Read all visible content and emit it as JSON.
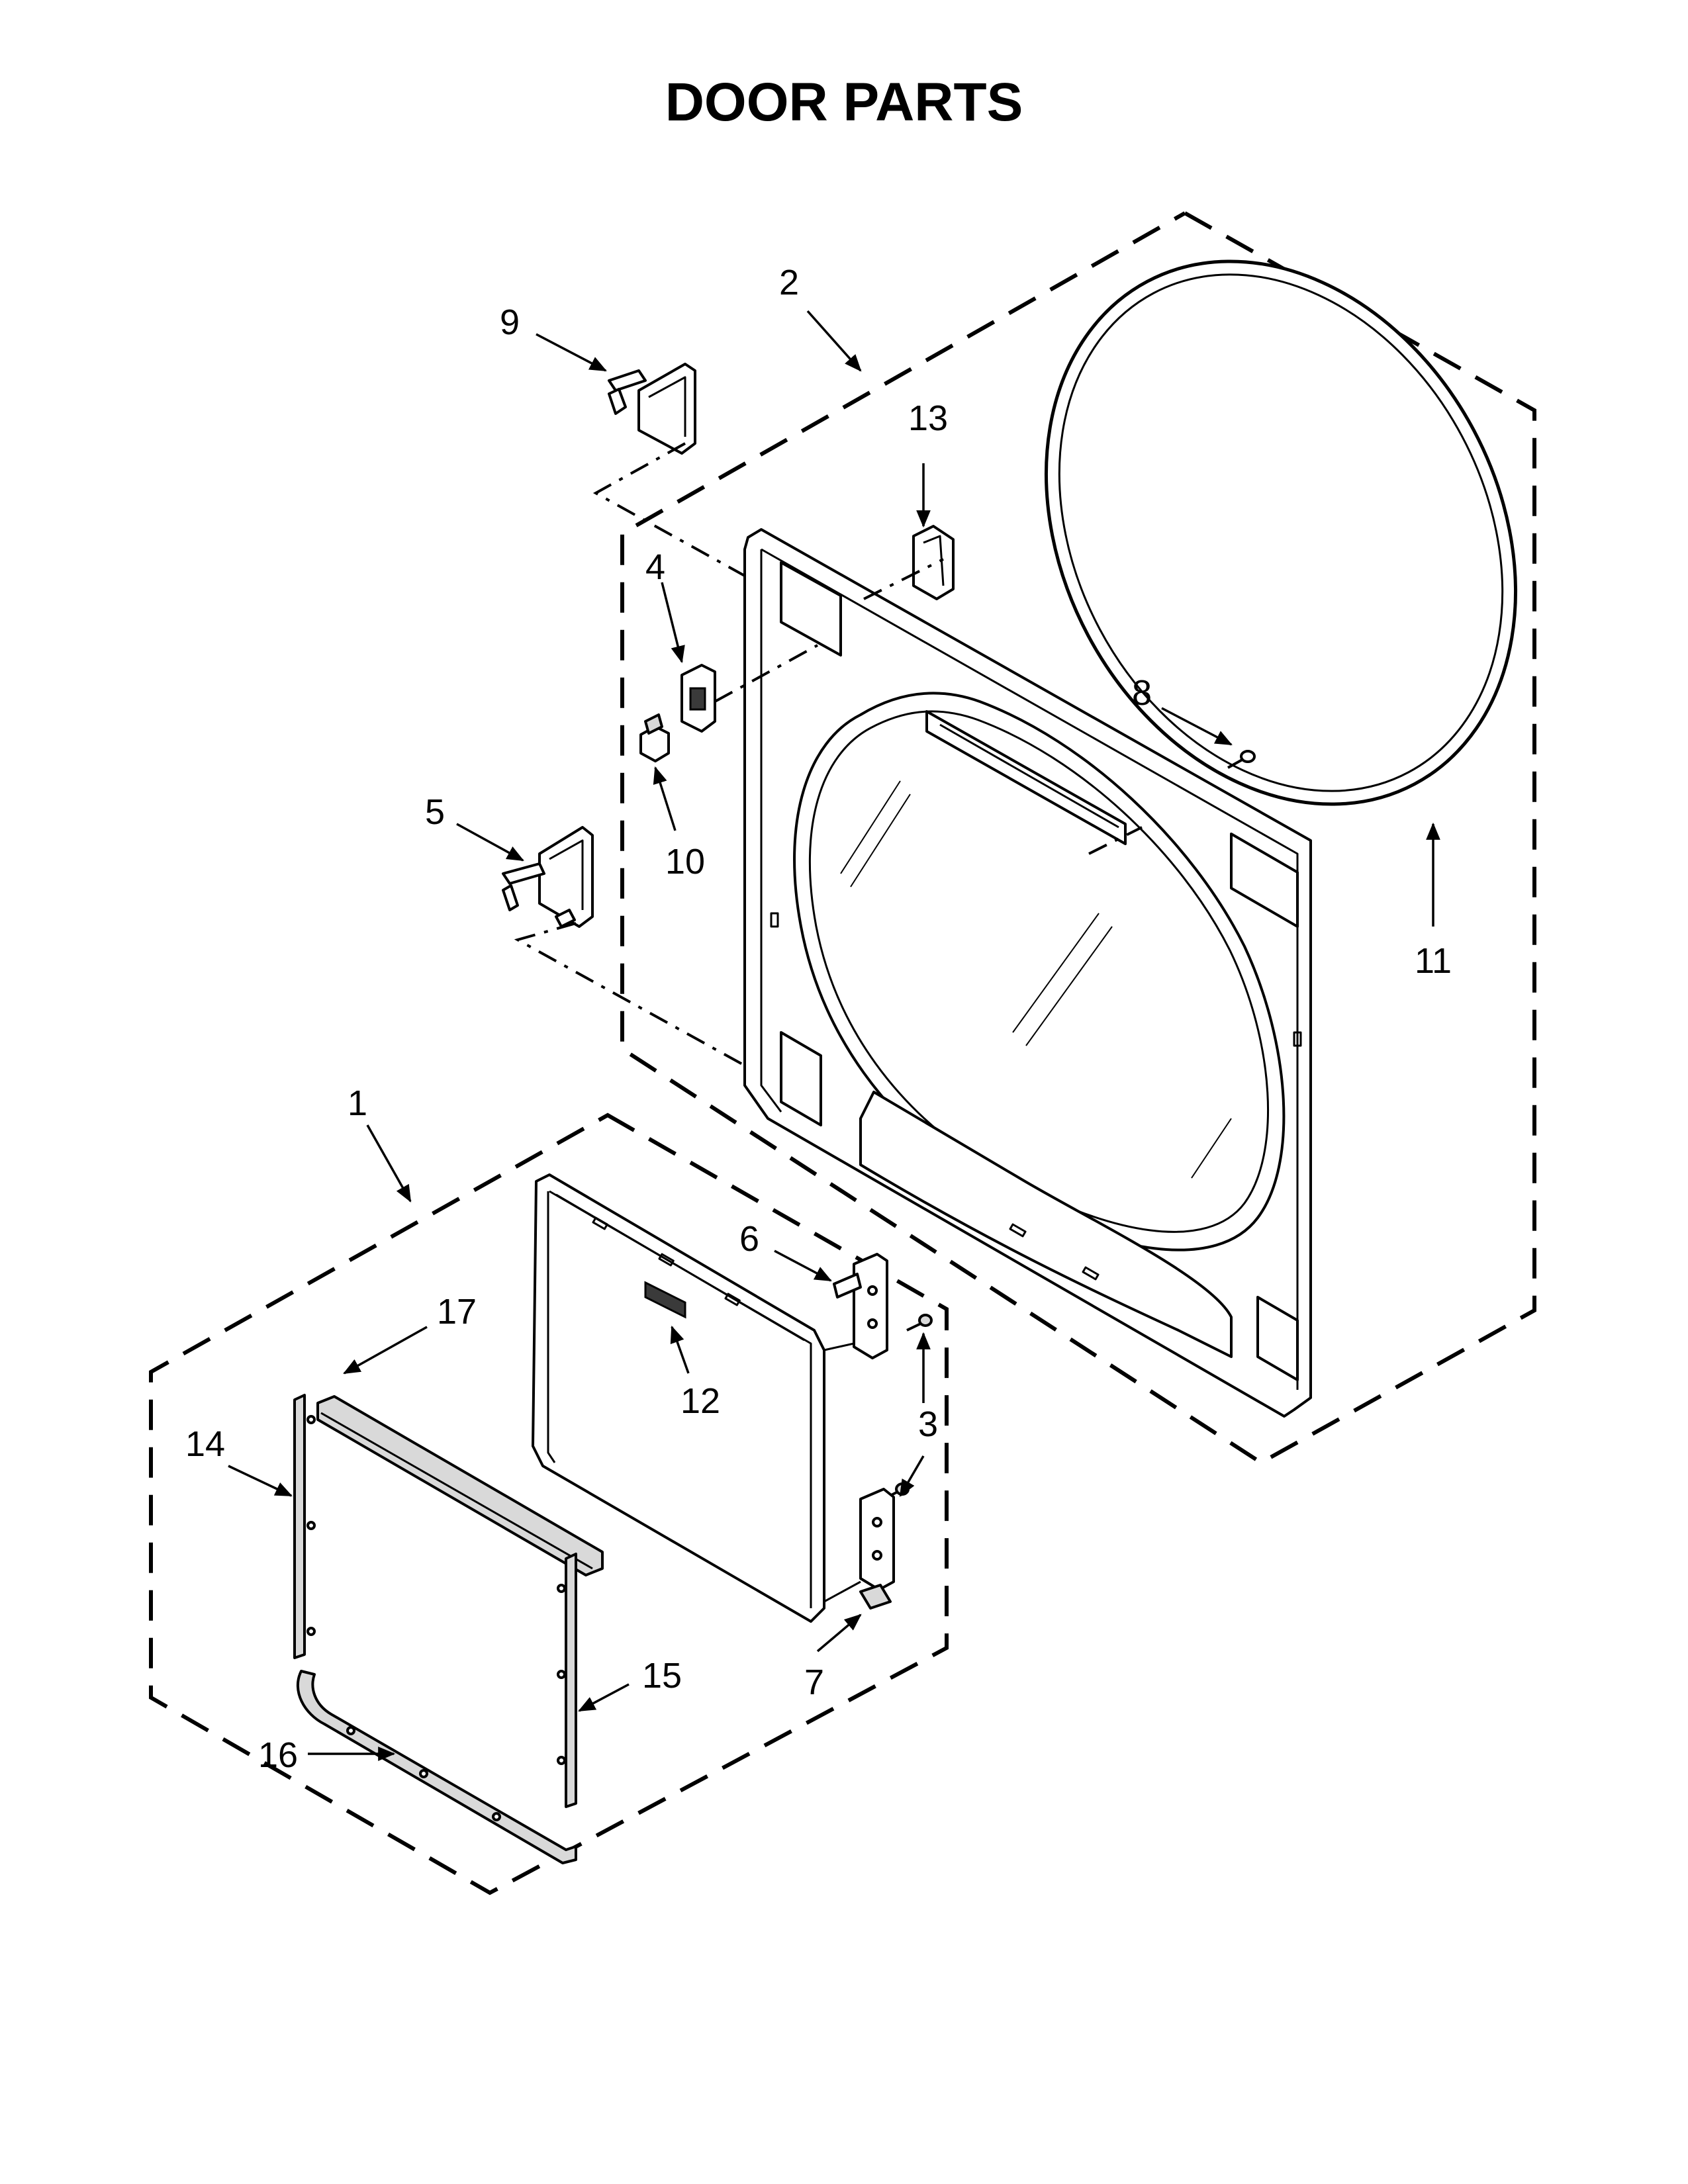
{
  "title": "DOOR PARTS",
  "callouts": [
    {
      "id": "c1",
      "label": "1"
    },
    {
      "id": "c2",
      "label": "2"
    },
    {
      "id": "c3",
      "label": "3"
    },
    {
      "id": "c4",
      "label": "4"
    },
    {
      "id": "c5",
      "label": "5"
    },
    {
      "id": "c6",
      "label": "6"
    },
    {
      "id": "c7",
      "label": "7"
    },
    {
      "id": "c8",
      "label": "8"
    },
    {
      "id": "c9",
      "label": "9"
    },
    {
      "id": "c10",
      "label": "10"
    },
    {
      "id": "c11",
      "label": "11"
    },
    {
      "id": "c12",
      "label": "12"
    },
    {
      "id": "c13",
      "label": "13"
    },
    {
      "id": "c14",
      "label": "14"
    },
    {
      "id": "c15",
      "label": "15"
    },
    {
      "id": "c16",
      "label": "16"
    },
    {
      "id": "c17",
      "label": "17"
    }
  ]
}
